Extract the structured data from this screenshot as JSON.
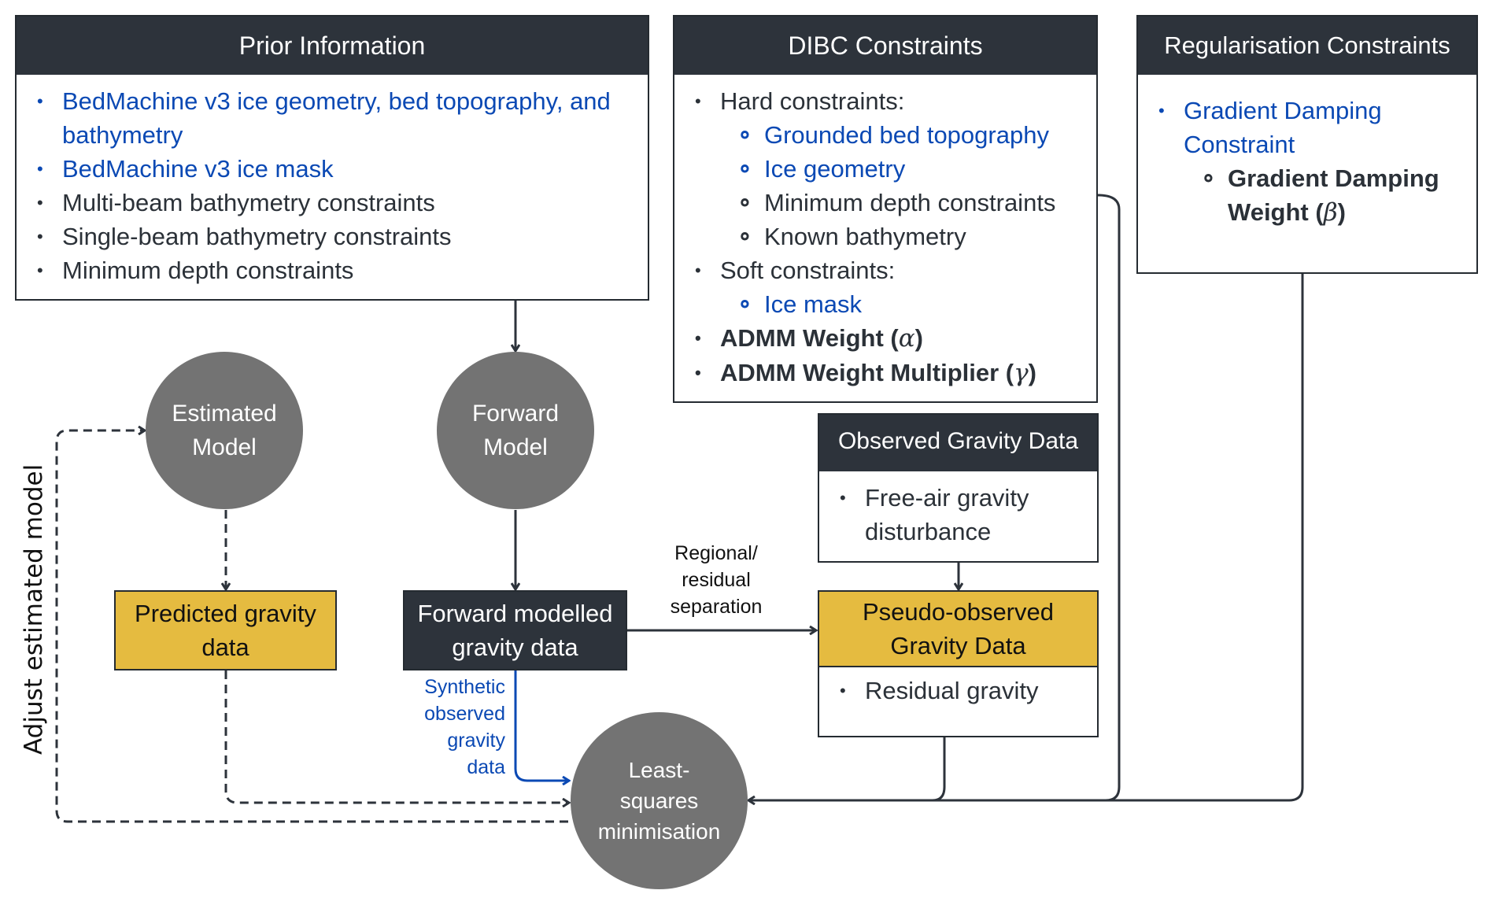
{
  "prior_information": {
    "title": "Prior Information",
    "items": [
      {
        "text": "BedMachine v3 ice geometry, bed topography, and bathymetry",
        "style": "blue"
      },
      {
        "text": "BedMachine v3 ice mask",
        "style": "blue"
      },
      {
        "text": "Multi-beam bathymetry constraints",
        "style": "normal"
      },
      {
        "text": "Single-beam bathymetry constraints",
        "style": "normal"
      },
      {
        "text": "Minimum depth constraints",
        "style": "normal"
      }
    ]
  },
  "dibc_constraints": {
    "title": "DIBC Constraints",
    "hard_label": "Hard constraints:",
    "hard_items": [
      "Grounded bed topography",
      "Ice geometry",
      "Minimum depth constraints",
      "Known bathymetry"
    ],
    "soft_label": "Soft constraints:",
    "soft_items": [
      "Ice mask"
    ],
    "admm_weight": "ADMM Weight (",
    "admm_weight_symbol": "α",
    "admm_multiplier": "ADMM Weight Multiplier (",
    "admm_multiplier_symbol": "γ",
    "close_paren": ")"
  },
  "regularisation_constraints": {
    "title": "Regularisation Constraints",
    "item": "Gradient Damping Constraint",
    "subitem": "Gradient Damping Weight (",
    "subitem_symbol": "β",
    "close_paren": ")"
  },
  "observed_gravity": {
    "title": "Observed Gravity Data",
    "item": "Free-air gravity disturbance"
  },
  "pseudo_observed": {
    "title": "Pseudo-observed Gravity Data",
    "item": "Residual gravity"
  },
  "nodes": {
    "estimated_model": "Estimated Model",
    "forward_model": "Forward Model",
    "least_squares": "Least-squares minimisation",
    "predicted_gravity": "Predicted gravity data",
    "forward_modelled_gravity": "Forward modelled gravity data"
  },
  "labels": {
    "regional_residual": "Regional/ residual separation",
    "synthetic_observed": "Synthetic observed gravity data",
    "adjust_model": "Adjust estimated model"
  },
  "colors": {
    "header": "#2d333b",
    "accent_blue": "#0b49b4",
    "gold": "#e5bb40",
    "node_grey": "#737373",
    "line": "#2d333b"
  }
}
